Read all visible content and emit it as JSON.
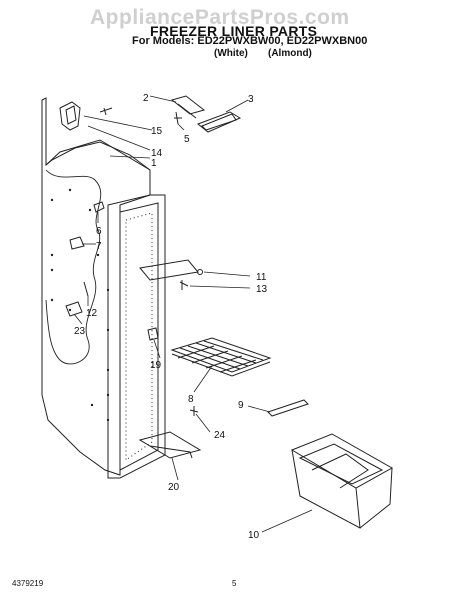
{
  "watermark": "AppliancePartsPros.com",
  "header": {
    "title": "FREEZER LINER PARTS",
    "models_line": "For Models: ED22PWXBW00, ED22PWXBN00",
    "variant_white": "(White)",
    "variant_almond": "(Almond)"
  },
  "footer": {
    "document_code": "4379219",
    "page_number": "5"
  },
  "callouts": [
    "1",
    "2",
    "3",
    "5",
    "6",
    "7",
    "8",
    "9",
    "10",
    "11",
    "12",
    "13",
    "14",
    "15",
    "19",
    "20",
    "23",
    "24"
  ]
}
